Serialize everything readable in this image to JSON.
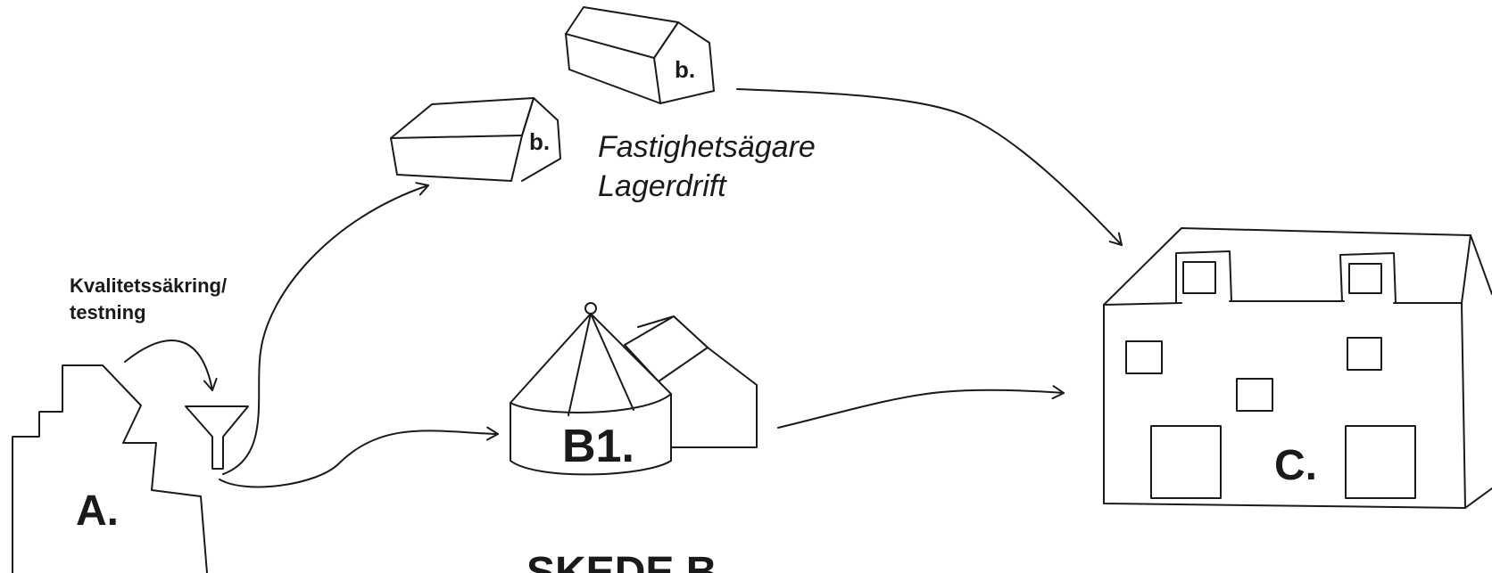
{
  "labels": {
    "node_a": "A.",
    "node_b_top": "b.",
    "node_b_mid": "b.",
    "node_b1": "B1.",
    "node_c": "C.",
    "owner_line1": "Fastighetsägare",
    "owner_line2": "Lagerdrift",
    "qa_line1": "Kvalitetssäkring/",
    "qa_line2": "testning",
    "stage_title": "SKEDE B"
  },
  "colors": {
    "stroke": "#1a1a1a",
    "background": "#ffffff"
  }
}
